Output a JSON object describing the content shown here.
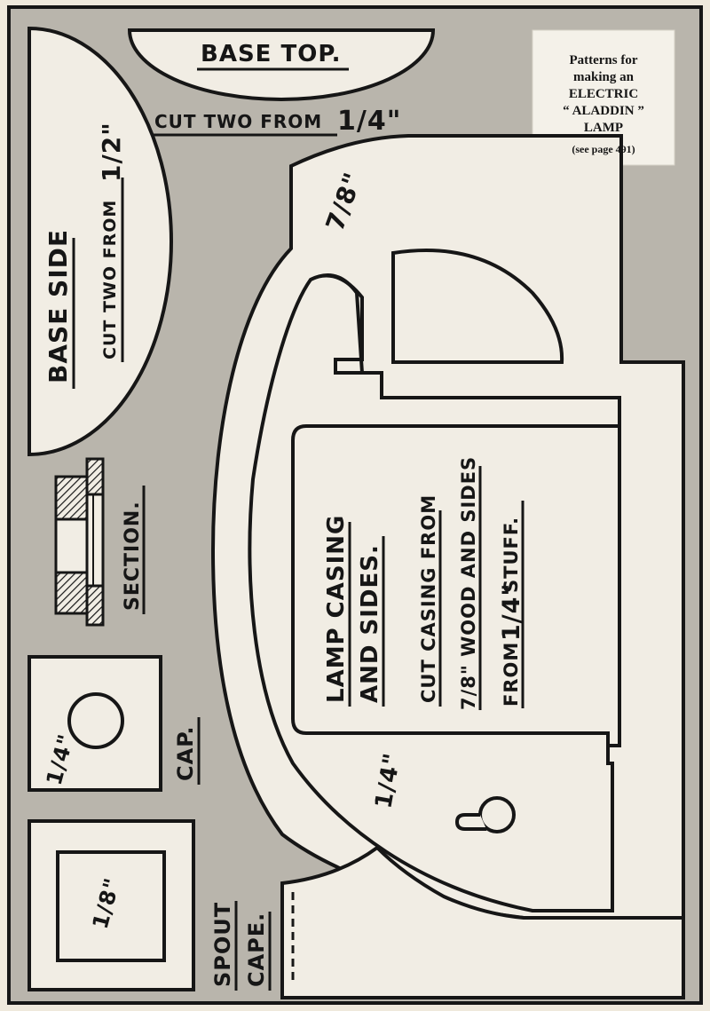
{
  "notice": {
    "line1": "Patterns for",
    "line2": "making an",
    "line3": "ELECTRIC",
    "line4": "“ ALADDIN ”",
    "line5": "LAMP",
    "line6": "(see page 491)"
  },
  "base_top": {
    "label": "BASE TOP.",
    "instruction": "CUT TWO FROM",
    "fraction": "1/4\""
  },
  "base_side": {
    "label": "BASE SIDE",
    "instruction": "CUT TWO FROM",
    "fraction": "1/2\""
  },
  "lamp": {
    "label_line1": "LAMP CASING",
    "label_line2": "AND SIDES.",
    "instr_line1": "CUT CASING FROM",
    "instr_line2": "7/8\" WOOD AND SIDES",
    "instr_line3_a": "FROM",
    "instr_line3_b": "1/4\"",
    "instr_line3_c": "STUFF.",
    "thickness_top": "7/8\"",
    "thickness_side": "1/4\""
  },
  "section": {
    "label": "SECTION."
  },
  "cap": {
    "label": "CAP.",
    "thickness": "1/4\""
  },
  "spout_cape": {
    "label_line1": "SPOUT",
    "label_line2": "CAPE.",
    "thickness": "1/8\""
  },
  "colors": {
    "paper": "#efe9dc",
    "board": "#b9b5ac",
    "ink": "#161616",
    "piece": "#f1ede4"
  }
}
